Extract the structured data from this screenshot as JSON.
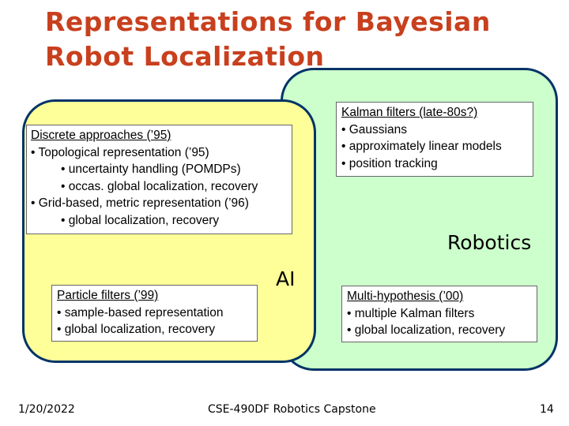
{
  "slide": {
    "title_lines": [
      "Representations for Bayesian",
      "Robot Localization"
    ]
  },
  "regions": {
    "robotics_label": "Robotics",
    "ai_label": "AI"
  },
  "boxes": {
    "kalman": {
      "heading": "Kalman filters (late-80s?)",
      "items": [
        "• Gaussians",
        "• approximately linear models",
        "• position tracking"
      ]
    },
    "discrete": {
      "heading": "Discrete approaches (’95)",
      "items": [
        "• Topological representation (’95)",
        "• uncertainty handling (POMDPs)",
        "• occas. global localization, recovery",
        "• Grid-based, metric representation (’96)",
        "• global localization, recovery"
      ]
    },
    "particle": {
      "heading": "Particle filters (’99)",
      "items": [
        "• sample-based representation",
        "• global localization, recovery"
      ]
    },
    "multi": {
      "heading": "Multi-hypothesis (’00)",
      "items": [
        "• multiple Kalman filters",
        "• global localization, recovery"
      ]
    }
  },
  "footer": {
    "date": "1/20/2022",
    "course": "CSE-490DF Robotics Capstone",
    "page_number": "14"
  },
  "colors": {
    "title": "#c8401e",
    "robotics_fill": "#ccffcc",
    "ai_fill": "#ffff99",
    "region_border": "#003366"
  }
}
